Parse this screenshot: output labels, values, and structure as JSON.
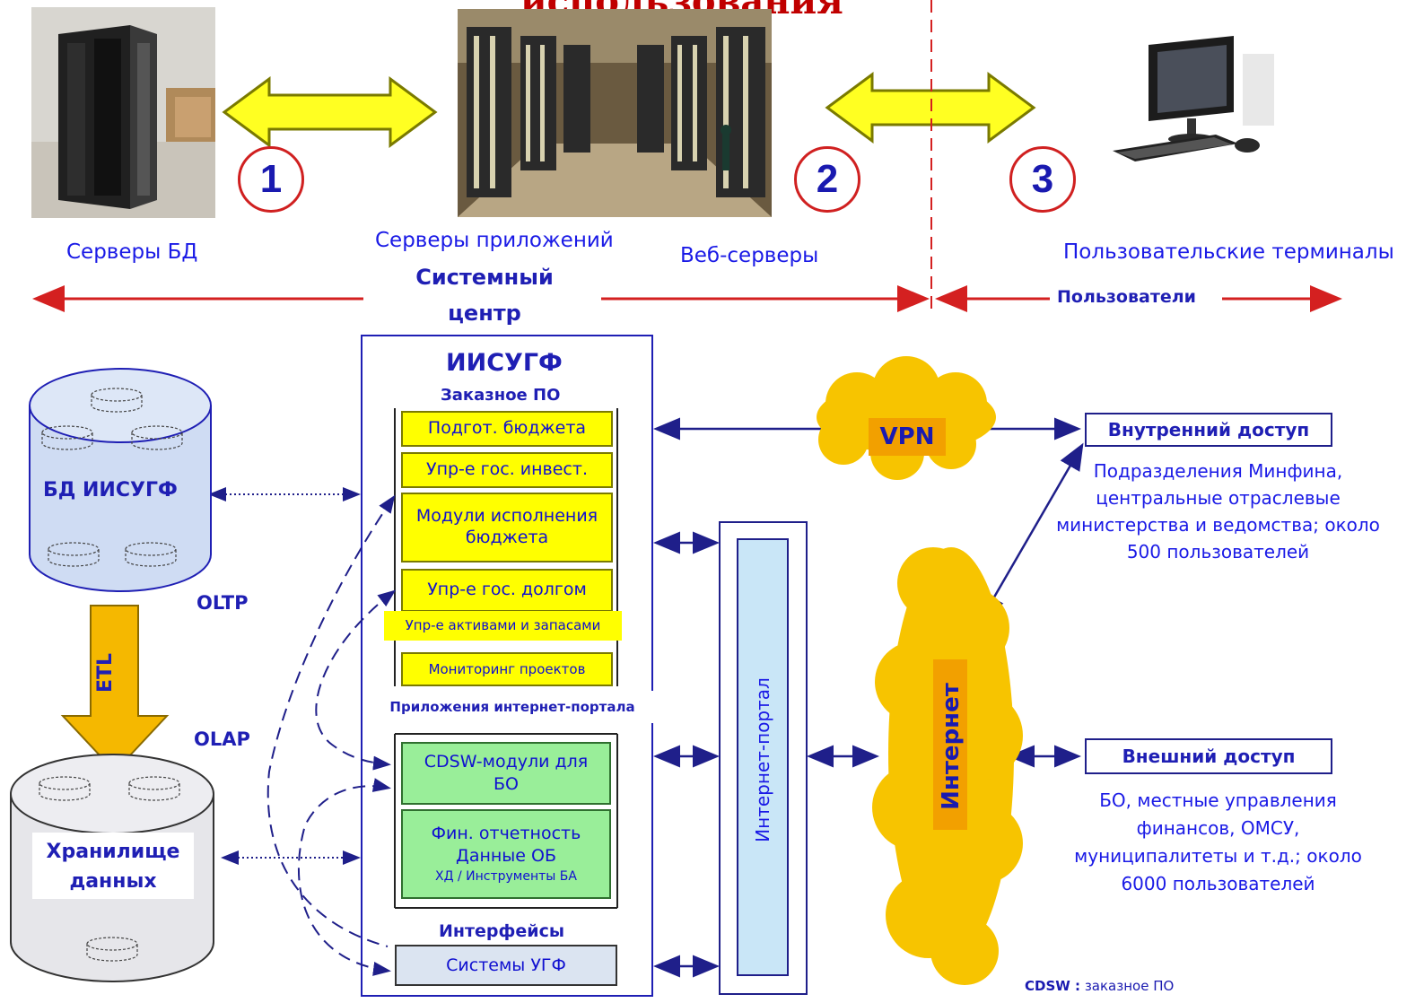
{
  "header": {
    "title_fragment": "использования",
    "db_servers": "Серверы БД",
    "app_servers": "Серверы приложений",
    "web_servers": "Веб-серверы",
    "user_terminals": "Пользовательские терминалы",
    "system_center": "Системный центр",
    "users": "Пользователи",
    "steps": [
      "1",
      "2",
      "3"
    ]
  },
  "left": {
    "db_label": "БД ИИСУГФ",
    "oltp": "OLTP",
    "etl": "ETL",
    "olap": "OLAP",
    "warehouse": "Хранилище данных"
  },
  "center": {
    "title": "ИИСУГФ",
    "custom_sw": "Заказное ПО",
    "modules": [
      "Подгот. бюджета",
      "Упр-е гос. инвест.",
      "Модули исполнения бюджета",
      "Упр-е гос. долгом",
      "Упр-е активами и запасами",
      "Мониторинг проектов"
    ],
    "portal_apps": "Приложения интернет-портала",
    "cdsw_modules": "CDSW-модули для БО",
    "fin_reporting": [
      "Фин. отчетность",
      "Данные ОБ",
      "ХД / Инструменты БА"
    ],
    "interfaces": "Интерфейсы",
    "ugf_systems": "Системы УГФ",
    "portal": "Интернет-портал"
  },
  "right": {
    "vpn": "VPN",
    "internet": "Интернет",
    "internal_access": "Внутренний доступ",
    "internal_desc": "Подразделения Минфина, центральные отраслевые министерства и ведомства; около 500 пользователей",
    "external_access": "Внешний доступ",
    "external_desc": "БО, местные управления финансов, ОМСУ, муниципалитеты и т.д.; около 6000 пользователей",
    "footnote_key": "CDSW :",
    "footnote_value": "заказное ПО"
  },
  "colors": {
    "accent_blue": "#1a1ae6",
    "arrow_red": "#d42020",
    "module_yellow": "#ffff00",
    "module_green": "#99ee99",
    "cloud_gold": "#f5c000",
    "db_fill": "#cfdcf3"
  }
}
